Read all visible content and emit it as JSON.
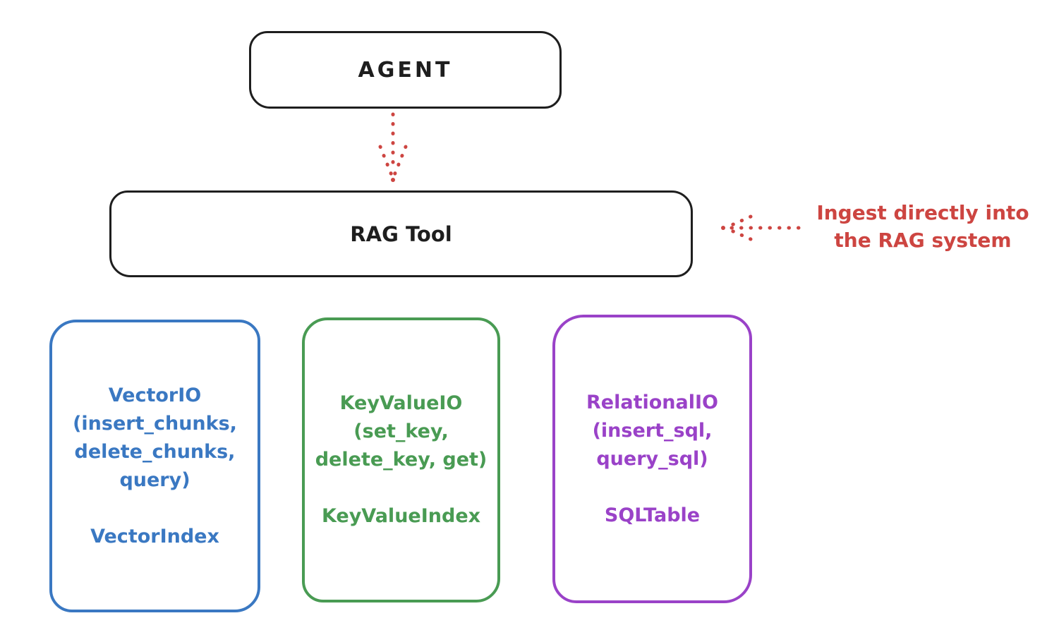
{
  "agent_box": {
    "label": "AGENT"
  },
  "rag_tool_box": {
    "label": "RAG Tool"
  },
  "annotation": {
    "line1": "Ingest directly into",
    "line2": "the RAG system"
  },
  "backends": [
    {
      "lines": [
        "VectorIO",
        "(insert_chunks,",
        "delete_chunks,",
        "query)"
      ],
      "index_label": "VectorIndex",
      "color": "#3a78c2"
    },
    {
      "lines": [
        "KeyValueIO",
        "(set_key,",
        "delete_key, get)"
      ],
      "index_label": "KeyValueIndex",
      "color": "#499b53"
    },
    {
      "lines": [
        "RelationalIO",
        "(insert_sql,",
        "query_sql)"
      ],
      "index_label": "SQLTable",
      "color": "#9a42c8"
    }
  ],
  "colors": {
    "outline": "#1e1e1e",
    "accent_red": "#cd4541",
    "vector_blue": "#3a78c2",
    "keyvalue_green": "#499b53",
    "relational_purple": "#9a42c8"
  }
}
